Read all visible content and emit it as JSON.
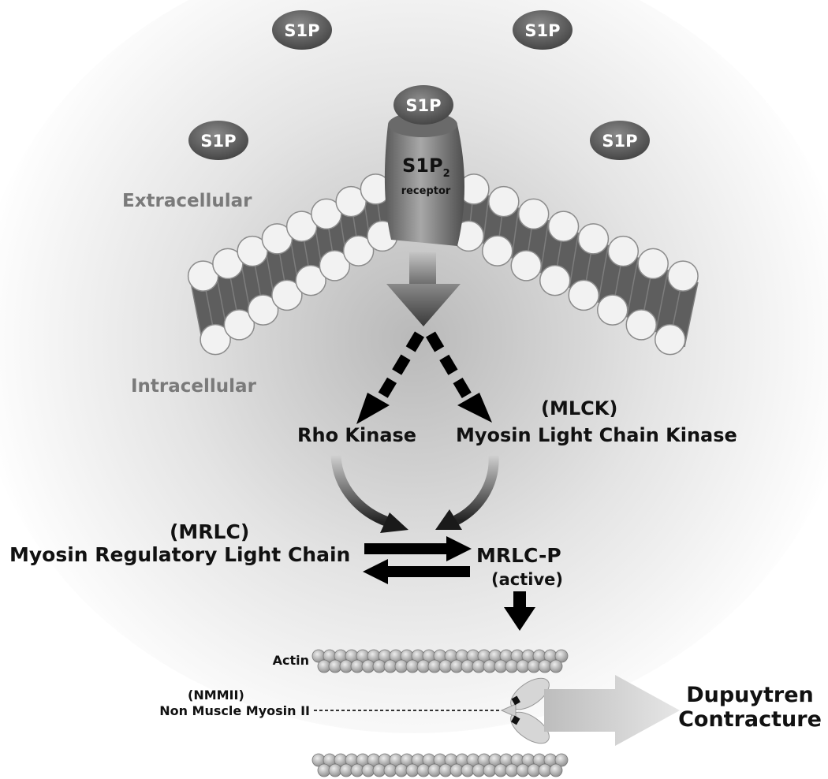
{
  "ligands": {
    "s1p_1": "S1P",
    "s1p_2": "S1P",
    "s1p_3": "S1P",
    "s1p_4": "S1P",
    "s1p_bound": "S1P"
  },
  "receptor": {
    "name": "S1P",
    "subscript": "2",
    "sublabel": "receptor"
  },
  "regions": {
    "extracellular": "Extracellular",
    "intracellular": "Intracellular"
  },
  "kinases": {
    "rho": "Rho Kinase",
    "mlck_abbr": "(MLCK)",
    "mlck": "Myosin Light Chain Kinase"
  },
  "mrlc": {
    "abbr": "(MRLC)",
    "name": "Myosin Regulatory Light Chain",
    "phospho": "MRLC-P",
    "phospho_state": "(active)"
  },
  "filament": {
    "actin": "Actin",
    "nmmii_abbr": "(NMMII)",
    "nmmii": "Non Muscle Myosin II"
  },
  "outcome": {
    "line1": "Dupuytren",
    "line2": "Contracture"
  }
}
